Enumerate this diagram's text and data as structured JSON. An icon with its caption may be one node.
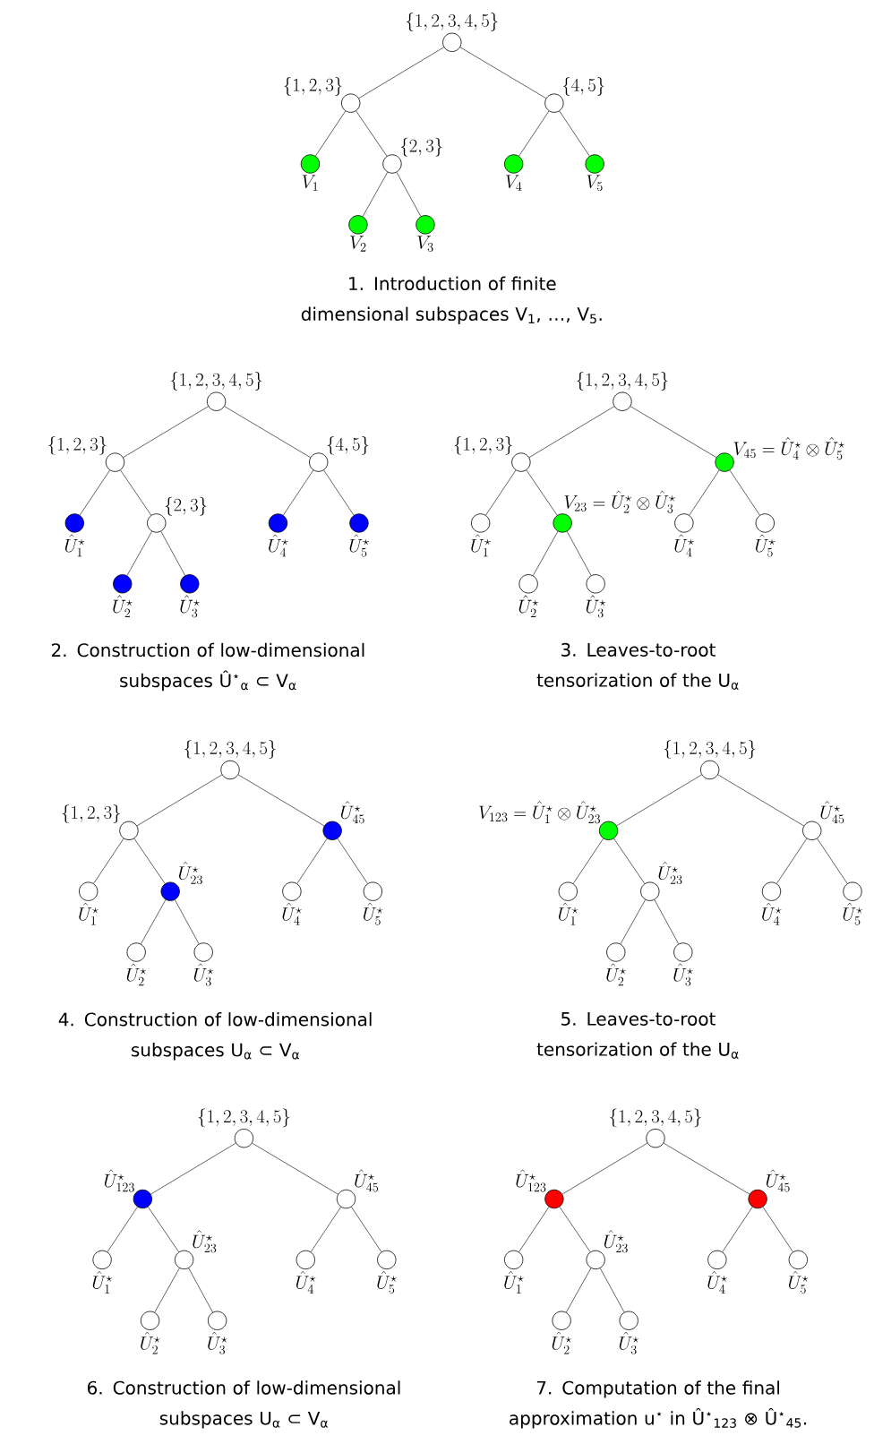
{
  "diagram": {
    "nodes": [
      {
        "text": [],
        "shape": "circle",
        "beside": [
          "\\{1,2,3,4,5\\}"
        ]
      },
      {
        "text": [],
        "shape": "circle",
        "beside": [
          "\\{1,2,3\\}"
        ]
      },
      {
        "text": [],
        "shape": "circle",
        "beside": [
          "\\{4,5\\}"
        ]
      },
      {
        "text": [],
        "shape": "circle",
        "beside": [
          "V_{1}"
        ]
      },
      {
        "text": [],
        "shape": "circle",
        "beside": [
          "\\{2,3\\}"
        ]
      },
      {
        "text": [],
        "shape": "circle",
        "beside": [
          "V_{4}"
        ]
      },
      {
        "text": [],
        "shape": "circle",
        "beside": [
          "V_{5}"
        ]
      },
      {
        "text": [],
        "shape": "circle",
        "beside": [
          "V_{2}"
        ]
      },
      {
        "text": [],
        "shape": "circle",
        "beside": [
          "V_{3}"
        ]
      },
      {
        "text": [],
        "shape": "circle",
        "beside": [
          "\\{1,2,3,4,5\\}"
        ]
      },
      {
        "text": [],
        "shape": "circle",
        "beside": [
          "\\{1,2,3\\}"
        ]
      },
      {
        "text": [],
        "shape": "circle",
        "beside": [
          "\\{4,5\\}"
        ]
      },
      {
        "text": [],
        "shape": "circle",
        "beside": [
          "\\hat{U}^{\\star}_{1}"
        ]
      },
      {
        "text": [],
        "shape": "circle",
        "beside": [
          "\\{2,3\\}"
        ]
      },
      {
        "text": [],
        "shape": "circle",
        "beside": [
          "\\hat{U}^{\\star}_{4}"
        ]
      },
      {
        "text": [],
        "shape": "circle",
        "beside": [
          "\\hat{U}^{\\star}_{5}"
        ]
      },
      {
        "text": [],
        "shape": "circle",
        "beside": [
          "\\hat{U}^{\\star}_{2}"
        ]
      },
      {
        "text": [],
        "shape": "circle",
        "beside": [
          "\\hat{U}^{\\star}_{3}"
        ]
      },
      {
        "text": [],
        "shape": "circle",
        "beside": [
          "\\{1,2,3,4,5\\}"
        ]
      },
      {
        "text": [],
        "shape": "circle",
        "beside": [
          "\\{1,2,3\\}"
        ]
      },
      {
        "text": [],
        "shape": "circle",
        "beside": [
          "V_{45} = \\hat{U}^{\\star}_{4} \\otimes \\hat{U}^{\\star}_{5}"
        ]
      },
      {
        "text": [],
        "shape": "circle",
        "beside": [
          "\\hat{U}^{\\star}_{1}"
        ]
      },
      {
        "text": [],
        "shape": "circle",
        "beside": [
          "V_{23} = \\hat{U}^{\\star}_{2} \\otimes \\hat{U}^{\\star}_{3}"
        ]
      },
      {
        "text": [],
        "shape": "circle",
        "beside": [
          "\\hat{U}^{\\star}_{4}"
        ]
      },
      {
        "text": [],
        "shape": "circle",
        "beside": [
          "\\hat{U}^{\\star}_{5}"
        ]
      },
      {
        "text": [],
        "shape": "circle",
        "beside": [
          "\\hat{U}^{\\star}_{2}"
        ]
      },
      {
        "text": [],
        "shape": "circle",
        "beside": [
          "\\hat{U}^{\\star}_{3}"
        ]
      },
      {
        "text": [],
        "shape": "circle",
        "beside": [
          "\\{1,2,3,4,5\\}"
        ]
      },
      {
        "text": [],
        "shape": "circle",
        "beside": [
          "\\{1,2,3\\}"
        ]
      },
      {
        "text": [],
        "shape": "circle",
        "beside": [
          "\\hat{U}^{\\star}_{45}"
        ]
      },
      {
        "text": [],
        "shape": "circle",
        "beside": [
          "\\hat{U}^{\\star}_{1}"
        ]
      },
      {
        "text": [],
        "shape": "circle",
        "beside": [
          "\\hat{U}^{\\star}_{23}"
        ]
      },
      {
        "text": [],
        "shape": "circle",
        "beside": [
          "\\hat{U}^{\\star}_{4}"
        ]
      },
      {
        "text": [],
        "shape": "circle",
        "beside": [
          "\\hat{U}^{\\star}_{5}"
        ]
      },
      {
        "text": [],
        "shape": "circle",
        "beside": [
          "\\hat{U}^{\\star}_{2}"
        ]
      },
      {
        "text": [],
        "shape": "circle",
        "beside": [
          "\\hat{U}^{\\star}_{3}"
        ]
      },
      {
        "text": [],
        "shape": "circle",
        "beside": [
          "\\{1,2,3,4,5\\}"
        ]
      },
      {
        "text": [],
        "shape": "circle",
        "beside": [
          "V_{123} = \\hat{U}^{\\star}_{1} \\otimes \\hat{U}^{\\star}_{23}"
        ]
      },
      {
        "text": [],
        "shape": "circle",
        "beside": [
          "\\hat{U}^{\\star}_{45}"
        ]
      },
      {
        "text": [],
        "shape": "circle",
        "beside": [
          "\\hat{U}^{\\star}_{1}"
        ]
      },
      {
        "text": [],
        "shape": "circle",
        "beside": [
          "\\hat{U}^{\\star}_{23}"
        ]
      },
      {
        "text": [],
        "shape": "circle",
        "beside": [
          "\\hat{U}^{\\star}_{4}"
        ]
      },
      {
        "text": [],
        "shape": "circle",
        "beside": [
          "\\hat{U}^{\\star}_{5}"
        ]
      },
      {
        "text": [],
        "shape": "circle",
        "beside": [
          "\\hat{U}^{\\star}_{2}"
        ]
      },
      {
        "text": [],
        "shape": "circle",
        "beside": [
          "\\hat{U}^{\\star}_{3}"
        ]
      },
      {
        "text": [],
        "shape": "circle",
        "beside": [
          "\\{1,2,3,4,5\\}"
        ]
      },
      {
        "text": [],
        "shape": "circle",
        "beside": [
          "\\hat{U}^{\\star}_{123}"
        ]
      },
      {
        "text": [],
        "shape": "circle",
        "beside": [
          "\\hat{U}^{\\star}_{45}"
        ]
      },
      {
        "text": [],
        "shape": "circle",
        "beside": [
          "\\hat{U}^{\\star}_{1}"
        ]
      },
      {
        "text": [],
        "shape": "circle",
        "beside": [
          "\\hat{U}^{\\star}_{23}"
        ]
      },
      {
        "text": [],
        "shape": "circle",
        "beside": [
          "\\hat{U}^{\\star}_{4}"
        ]
      },
      {
        "text": [],
        "shape": "circle",
        "beside": [
          "\\hat{U}^{\\star}_{5}"
        ]
      },
      {
        "text": [],
        "shape": "circle",
        "beside": [
          "\\hat{U}^{\\star}_{2}"
        ]
      },
      {
        "text": [],
        "shape": "circle",
        "beside": [
          "\\hat{U}^{\\star}_{3}"
        ]
      },
      {
        "text": [],
        "shape": "circle",
        "beside": [
          "\\{1,2,3,4,5\\}"
        ]
      },
      {
        "text": [],
        "shape": "circle",
        "beside": [
          "\\hat{U}^{\\star}_{123}"
        ]
      },
      {
        "text": [],
        "shape": "circle",
        "beside": [
          "\\hat{U}^{\\star}_{45}"
        ]
      },
      {
        "text": [],
        "shape": "circle",
        "beside": [
          "\\hat{U}^{\\star}_{1}"
        ]
      },
      {
        "text": [],
        "shape": "circle",
        "beside": [
          "\\hat{U}^{\\star}_{23}"
        ]
      },
      {
        "text": [],
        "shape": "circle",
        "beside": [
          "\\hat{U}^{\\star}_{4}"
        ]
      },
      {
        "text": [],
        "shape": "circle",
        "beside": [
          "\\hat{U}^{\\star}_{5}"
        ]
      },
      {
        "text": [],
        "shape": "circle",
        "beside": [
          "\\hat{U}^{\\star}_{2}"
        ]
      },
      {
        "text": [],
        "shape": "circle",
        "beside": [
          "\\hat{U}^{\\star}_{3}"
        ]
      }
    ],
    "edges": [
      {
        "from": 0,
        "to": 1,
        "arrow": "none"
      },
      {
        "from": 0,
        "to": 2,
        "arrow": "none"
      },
      {
        "from": 1,
        "to": 3,
        "arrow": "none"
      },
      {
        "from": 1,
        "to": 4,
        "arrow": "none"
      },
      {
        "from": 2,
        "to": 5,
        "arrow": "none"
      },
      {
        "from": 2,
        "to": 6,
        "arrow": "none"
      },
      {
        "from": 4,
        "to": 7,
        "arrow": "none"
      },
      {
        "from": 4,
        "to": 8,
        "arrow": "none"
      },
      {
        "from": 9,
        "to": 10,
        "arrow": "none"
      },
      {
        "from": 9,
        "to": 11,
        "arrow": "none"
      },
      {
        "from": 10,
        "to": 12,
        "arrow": "none"
      },
      {
        "from": 10,
        "to": 13,
        "arrow": "none"
      },
      {
        "from": 11,
        "to": 14,
        "arrow": "none"
      },
      {
        "from": 11,
        "to": 15,
        "arrow": "none"
      },
      {
        "from": 13,
        "to": 16,
        "arrow": "none"
      },
      {
        "from": 13,
        "to": 17,
        "arrow": "none"
      },
      {
        "from": 18,
        "to": 19,
        "arrow": "none"
      },
      {
        "from": 18,
        "to": 20,
        "arrow": "none"
      },
      {
        "from": 19,
        "to": 21,
        "arrow": "none"
      },
      {
        "from": 19,
        "to": 22,
        "arrow": "none"
      },
      {
        "from": 20,
        "to": 23,
        "arrow": "none"
      },
      {
        "from": 20,
        "to": 24,
        "arrow": "none"
      },
      {
        "from": 22,
        "to": 25,
        "arrow": "none"
      },
      {
        "from": 22,
        "to": 26,
        "arrow": "none"
      },
      {
        "from": 27,
        "to": 28,
        "arrow": "none"
      },
      {
        "from": 27,
        "to": 29,
        "arrow": "none"
      },
      {
        "from": 28,
        "to": 30,
        "arrow": "none"
      },
      {
        "from": 28,
        "to": 31,
        "arrow": "none"
      },
      {
        "from": 29,
        "to": 32,
        "arrow": "none"
      },
      {
        "from": 29,
        "to": 33,
        "arrow": "none"
      },
      {
        "from": 31,
        "to": 34,
        "arrow": "none"
      },
      {
        "from": 31,
        "to": 35,
        "arrow": "none"
      },
      {
        "from": 36,
        "to": 37,
        "arrow": "none"
      },
      {
        "from": 36,
        "to": 38,
        "arrow": "none"
      },
      {
        "from": 37,
        "to": 39,
        "arrow": "none"
      },
      {
        "from": 37,
        "to": 40,
        "arrow": "none"
      },
      {
        "from": 38,
        "to": 41,
        "arrow": "none"
      },
      {
        "from": 38,
        "to": 42,
        "arrow": "none"
      },
      {
        "from": 40,
        "to": 43,
        "arrow": "none"
      },
      {
        "from": 40,
        "to": 44,
        "arrow": "none"
      },
      {
        "from": 45,
        "to": 46,
        "arrow": "none"
      },
      {
        "from": 45,
        "to": 47,
        "arrow": "none"
      },
      {
        "from": 46,
        "to": 48,
        "arrow": "none"
      },
      {
        "from": 46,
        "to": 49,
        "arrow": "none"
      },
      {
        "from": 47,
        "to": 50,
        "arrow": "none"
      },
      {
        "from": 47,
        "to": 51,
        "arrow": "none"
      },
      {
        "from": 49,
        "to": 52,
        "arrow": "none"
      },
      {
        "from": 49,
        "to": 53,
        "arrow": "none"
      },
      {
        "from": 54,
        "to": 55,
        "arrow": "none"
      },
      {
        "from": 54,
        "to": 56,
        "arrow": "none"
      },
      {
        "from": 55,
        "to": 57,
        "arrow": "none"
      },
      {
        "from": 55,
        "to": 58,
        "arrow": "none"
      },
      {
        "from": 56,
        "to": 59,
        "arrow": "none"
      },
      {
        "from": 56,
        "to": 60,
        "arrow": "none"
      },
      {
        "from": 58,
        "to": 61,
        "arrow": "none"
      },
      {
        "from": 58,
        "to": 62,
        "arrow": "none"
      }
    ],
    "labels": [
      "1. Introduction of finite dimensional subspaces V$_{1}$, …, V$_{5}$.",
      "2. Construction of low-dimensional subspaces Û$^{⋆}$$_{α}$ ⊂ V$_{α}$",
      "3. Leaves-to-root tensorization of the U$_{α}$",
      "4. Construction of low-dimensional subspaces U$_{α}$ ⊂ V$_{α}$",
      "5. Leaves-to-root tensorization of the U$_{α}$",
      "6. Construction of low-dimensional subspaces U$_{α}$ ⊂ V$_{α}$",
      "7. Computation of the final approximation u$^{⋆}$ in Û$^{⋆}$$_{123}$ ⊗ Û$^{⋆}$$_{45}$."
    ]
  }
}
